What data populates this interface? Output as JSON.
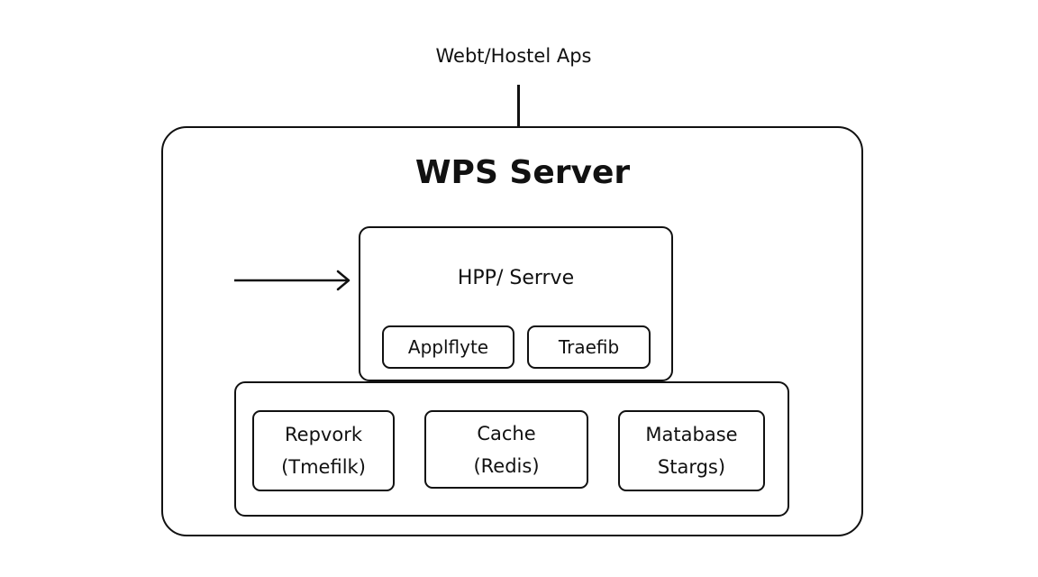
{
  "top_label": "Webt/Hostel Aps",
  "server": {
    "title": "WPS Server"
  },
  "http_server": {
    "title": "HPP/ Serrve",
    "components": [
      "Applflyte",
      "Traefib"
    ]
  },
  "services": [
    {
      "line1": "Repvork",
      "line2": "(Tmefilk)"
    },
    {
      "line1": "Cache",
      "line2": "(Redis)"
    },
    {
      "line1": "Matabase",
      "line2": "Stargs)"
    }
  ]
}
